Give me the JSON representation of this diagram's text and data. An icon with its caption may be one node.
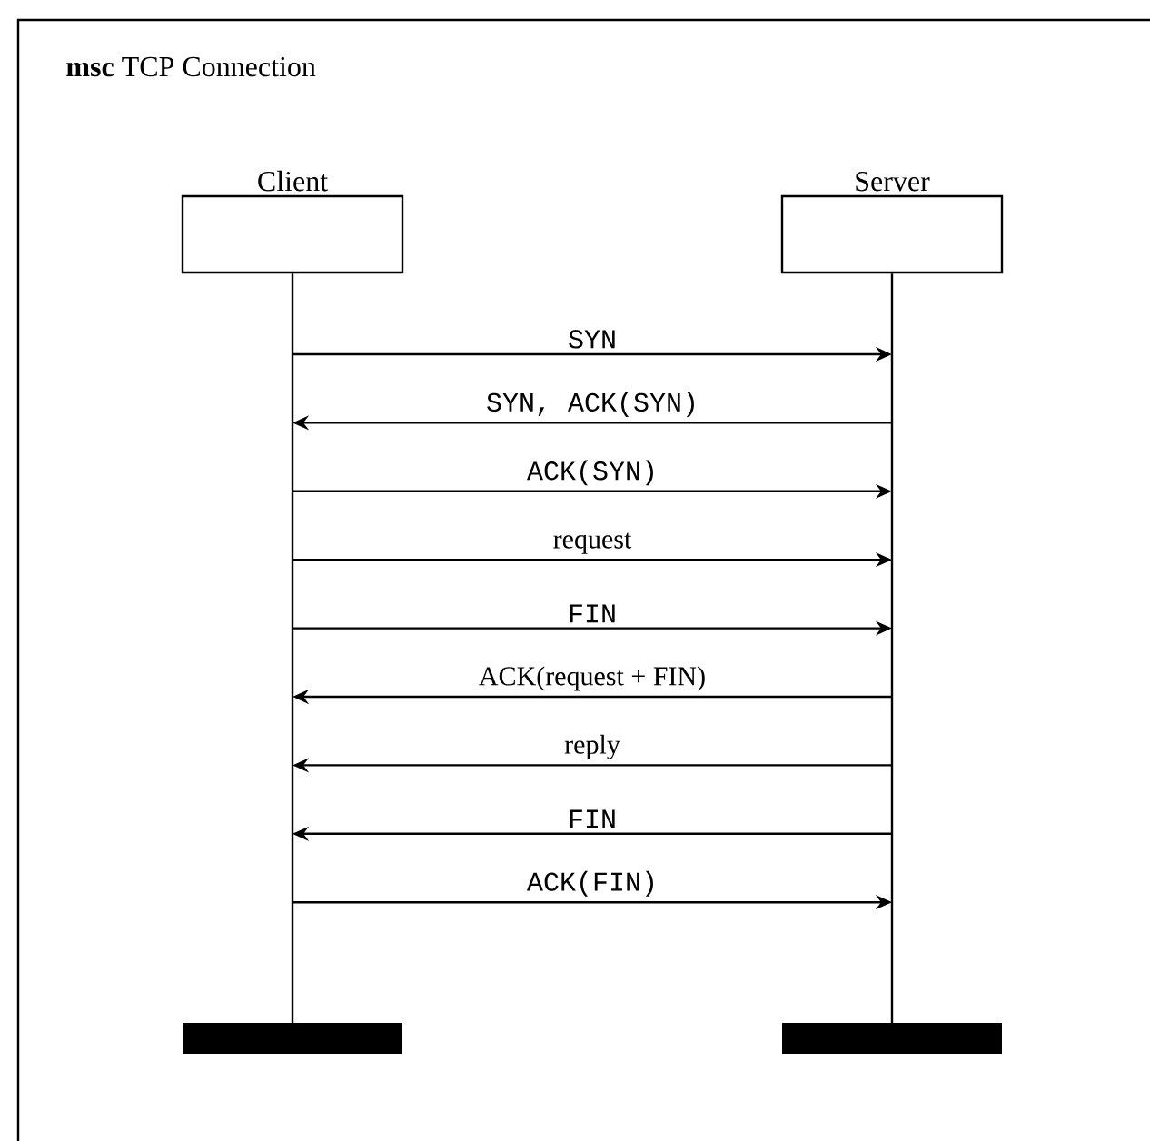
{
  "diagram": {
    "title": "**msc** TCP Connection",
    "nodes": [
      {
        "text": [
          "Client"
        ]
      },
      {
        "text": [
          "Server"
        ]
      }
    ],
    "edges": [
      {
        "from": 0,
        "to": 1,
        "arrow": "to",
        "label": "SYN"
      },
      {
        "from": 1,
        "to": 0,
        "arrow": "to",
        "label": "SYN, ACK(SYN)"
      },
      {
        "from": 0,
        "to": 1,
        "arrow": "to",
        "label": "ACK(SYN)"
      },
      {
        "from": 0,
        "to": 1,
        "arrow": "to",
        "label": "request"
      },
      {
        "from": 0,
        "to": 1,
        "arrow": "to",
        "label": "FIN"
      },
      {
        "from": 1,
        "to": 0,
        "arrow": "to",
        "label": "ACK(request + FIN)"
      },
      {
        "from": 1,
        "to": 0,
        "arrow": "to",
        "label": "reply"
      },
      {
        "from": 1,
        "to": 0,
        "arrow": "to",
        "label": "FIN"
      },
      {
        "from": 0,
        "to": 1,
        "arrow": "to",
        "label": "ACK(FIN)"
      }
    ]
  }
}
